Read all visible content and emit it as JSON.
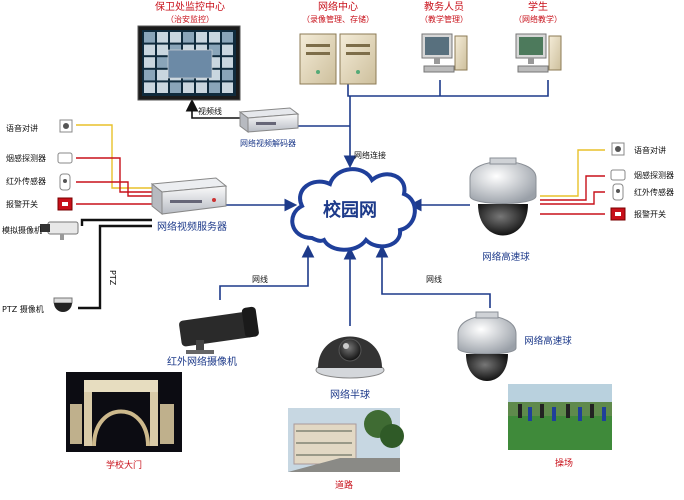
{
  "center": {
    "label": "校园网"
  },
  "monitor": {
    "title": "保卫处监控中心",
    "subtitle": "（治安监控）"
  },
  "network_center": {
    "title": "网络中心",
    "subtitle": "（录像管理、存储）"
  },
  "staff": {
    "title": "教务人员",
    "subtitle": "（教学管理）"
  },
  "student": {
    "title": "学生",
    "subtitle": "（网络教学）"
  },
  "decoder": {
    "label": "网络视频解码器",
    "video_line": "视频线"
  },
  "server": {
    "label": "网络视频服务器"
  },
  "dome_right": {
    "label": "网络高速球"
  },
  "dome_bottom": {
    "label": "网络高速球"
  },
  "ir_camera": {
    "label": "红外网络摄像机"
  },
  "half_dome": {
    "label": "网络半球"
  },
  "analog_cam": {
    "label": "模拟摄像机"
  },
  "ptz_cam": {
    "label": "PTZ 摄像机",
    "line": "PTZ"
  },
  "left_sensors": [
    "语音对讲",
    "烟感探测器",
    "红外传感器",
    "报警开关"
  ],
  "right_sensors": [
    "语音对讲",
    "烟感探测器",
    "红外传感器",
    "报警开关"
  ],
  "conn": {
    "top": "网络连接",
    "ir": "网线",
    "bottom": "网线"
  },
  "photos": {
    "gate": "学校大门",
    "road": "道路",
    "field": "操场"
  }
}
